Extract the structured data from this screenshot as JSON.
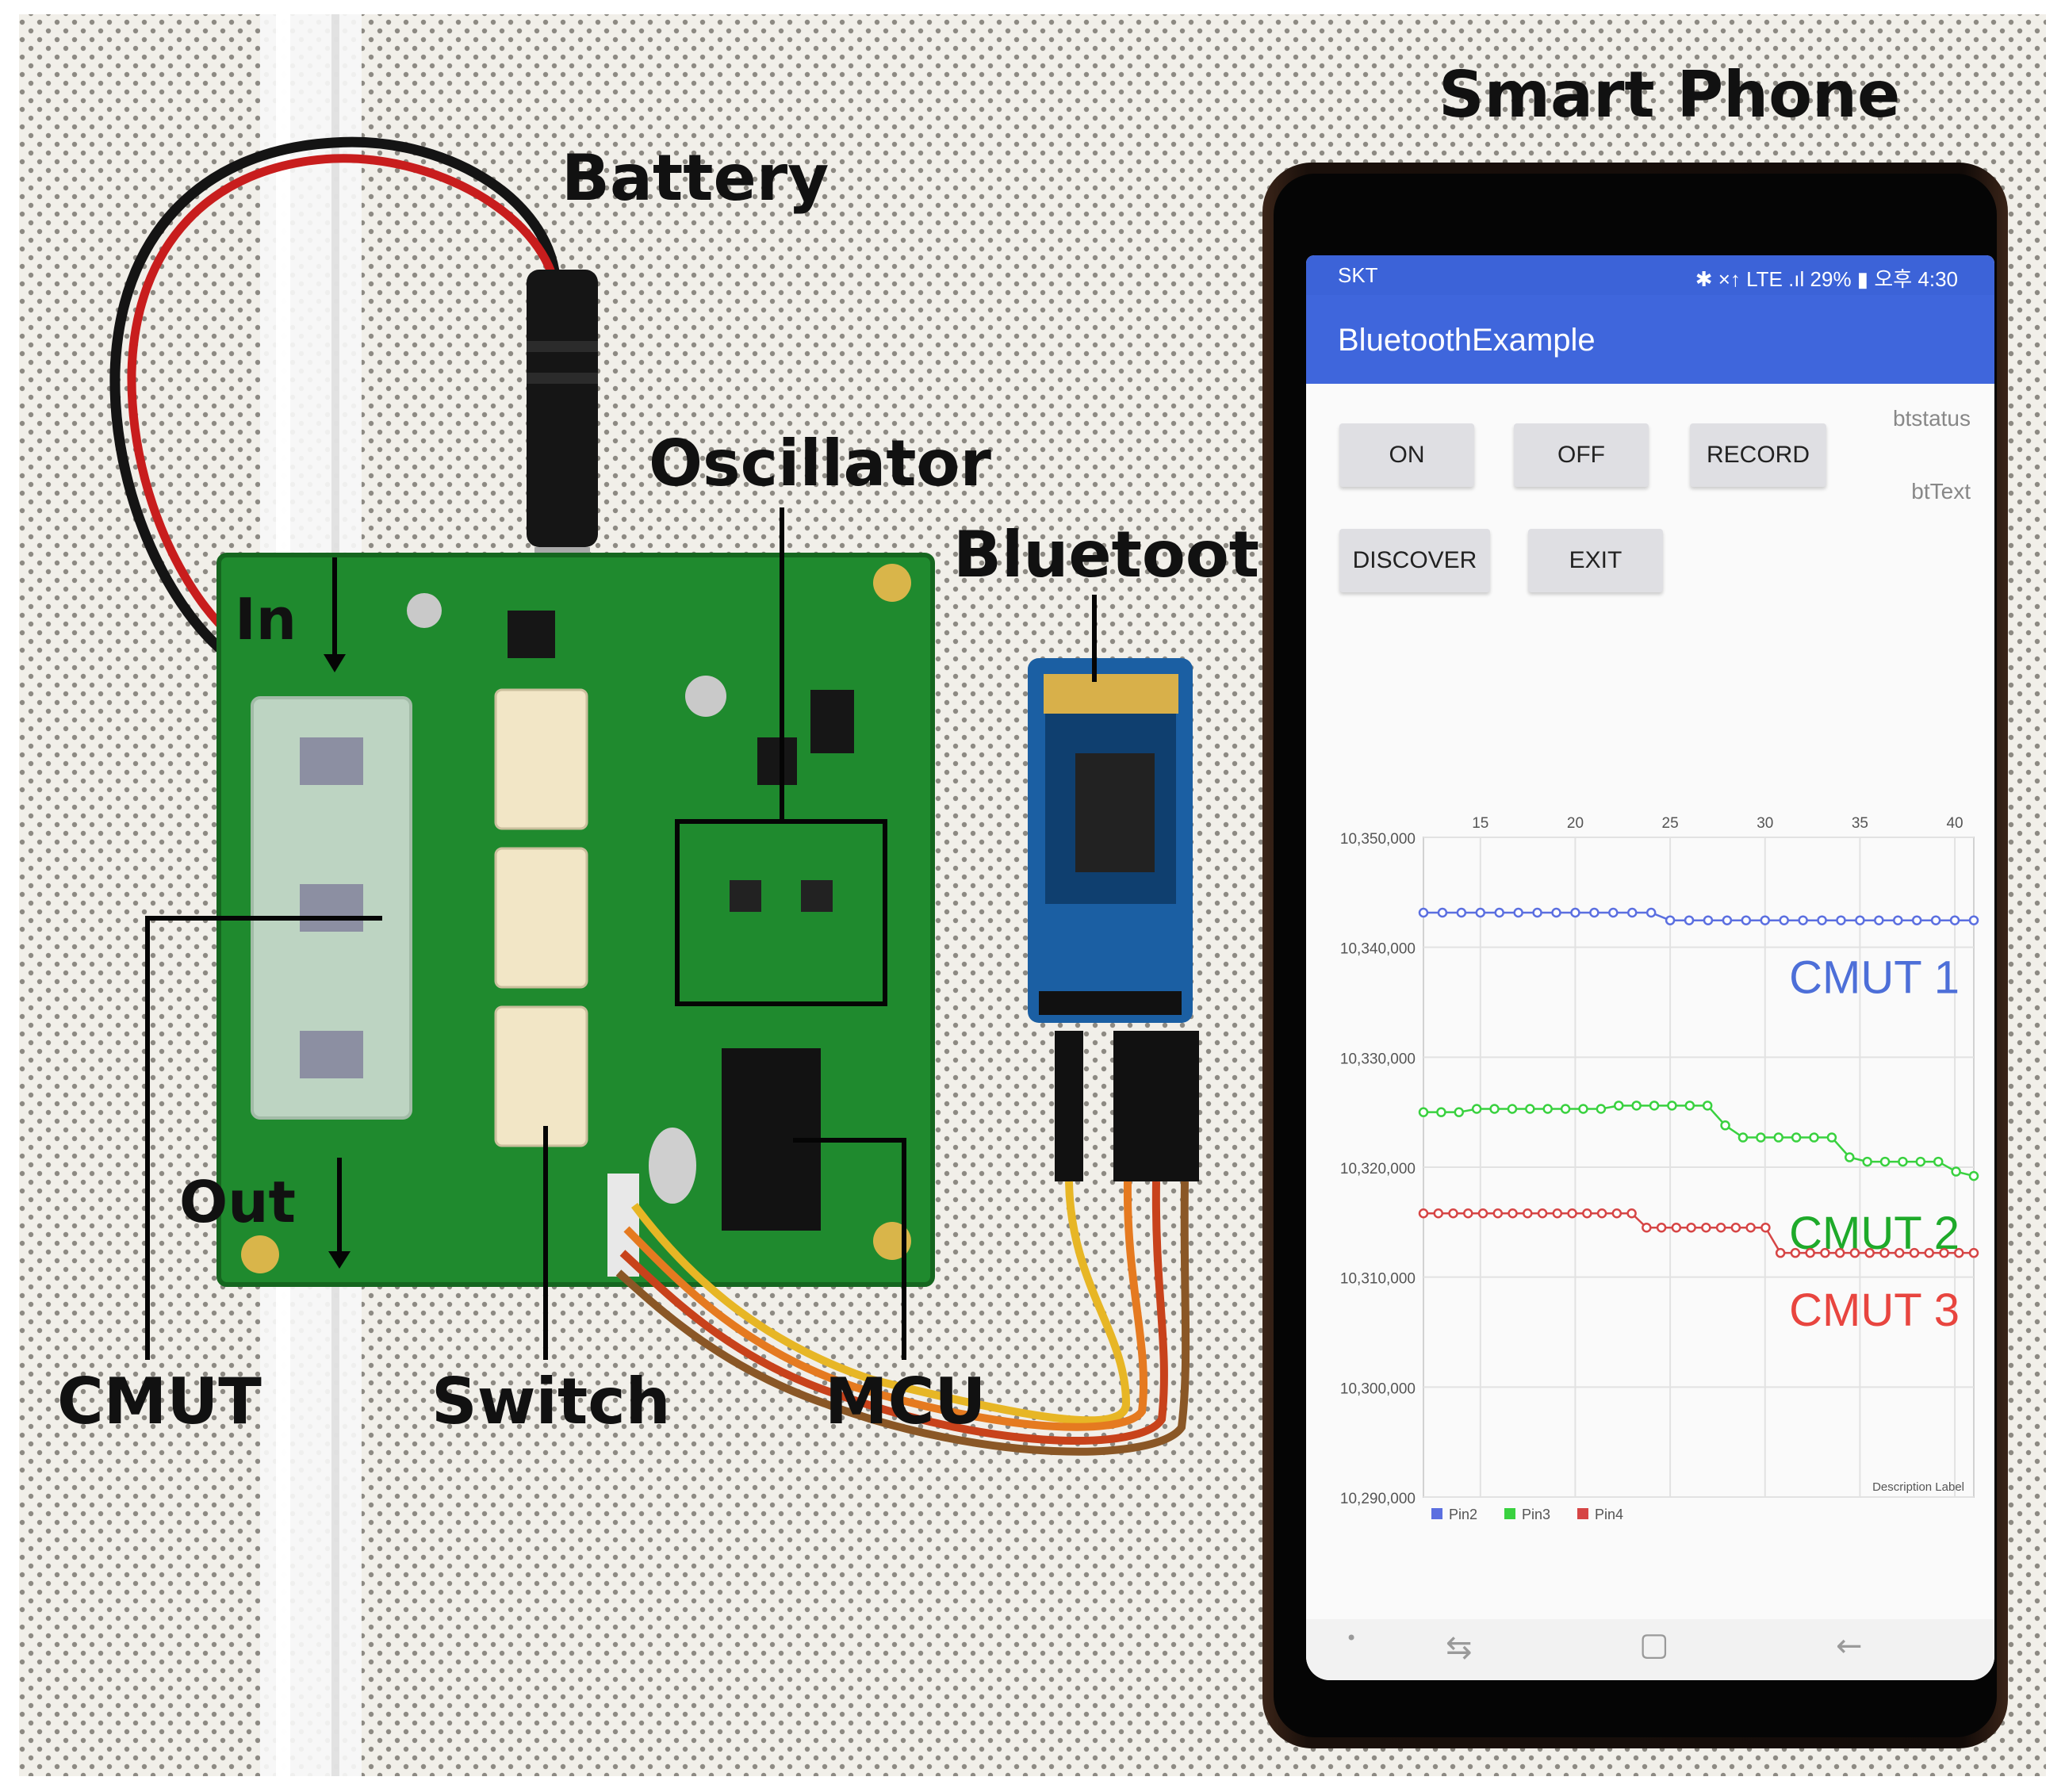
{
  "labels": {
    "battery": "Battery",
    "oscillator": "Oscillator",
    "bluetooth": "Bluetooth",
    "smart_phone": "Smart Phone",
    "in": "In",
    "out": "Out",
    "cmut": "CMUT",
    "switch": "Switch",
    "mcu": "MCU"
  },
  "phone": {
    "status": {
      "carrier": "SKT",
      "right": "✱ ×↑ LTE .ıl 29% ▮ 오후 4:30"
    },
    "app_title": "BluetoothExample",
    "buttons": {
      "on": "ON",
      "off": "OFF",
      "record": "RECORD",
      "discover": "DISCOVER",
      "exit": "EXIT"
    },
    "btstatus": "btstatus",
    "bttext": "btText",
    "chart_description": "Description Label"
  },
  "chart_data": {
    "type": "line",
    "x_ticks": [
      "15",
      "20",
      "25",
      "30",
      "35",
      "40"
    ],
    "y_ticks": [
      "10,350,000",
      "10,340,000",
      "10,330,000",
      "10,320,000",
      "10,310,000",
      "10,300,000",
      "10,290,000"
    ],
    "xlim": [
      12,
      41
    ],
    "ylim": [
      10290000,
      10350000
    ],
    "grid": true,
    "legend": "bottom-left",
    "series": [
      {
        "name": "Pin2",
        "color": "#5b6fe0",
        "annotation": "CMUT 1",
        "annotation_color": "#4d6fd8",
        "values": [
          10343150,
          10343150,
          10343150,
          10343150,
          10343150,
          10343150,
          10343150,
          10343150,
          10343150,
          10343150,
          10343150,
          10343150,
          10343150,
          10342450,
          10342450,
          10342450,
          10342450,
          10342450,
          10342450,
          10342450,
          10342450,
          10342450,
          10342450,
          10342450,
          10342450,
          10342450,
          10342450,
          10342450,
          10342450,
          10342450
        ]
      },
      {
        "name": "Pin3",
        "color": "#39d13f",
        "annotation": "CMUT 2",
        "annotation_color": "#1eaa2a",
        "values": [
          10325000,
          10325000,
          10325000,
          10325300,
          10325300,
          10325300,
          10325300,
          10325300,
          10325300,
          10325300,
          10325300,
          10325600,
          10325600,
          10325600,
          10325600,
          10325600,
          10325600,
          10323800,
          10322700,
          10322700,
          10322700,
          10322700,
          10322700,
          10322700,
          10320900,
          10320500,
          10320500,
          10320500,
          10320500,
          10320500,
          10319600,
          10319200
        ]
      },
      {
        "name": "Pin4",
        "color": "#d64545",
        "annotation": "CMUT 3",
        "annotation_color": "#e8453f",
        "values": [
          10315800,
          10315800,
          10315800,
          10315800,
          10315800,
          10315800,
          10315800,
          10315800,
          10315800,
          10315800,
          10315800,
          10315800,
          10315800,
          10315800,
          10315800,
          10314500,
          10314500,
          10314500,
          10314500,
          10314500,
          10314500,
          10314500,
          10314500,
          10314500,
          10312200,
          10312200,
          10312200,
          10312200,
          10312200,
          10312200,
          10312200,
          10312200,
          10312200,
          10312200,
          10312200,
          10312200,
          10312200,
          10312200
        ]
      }
    ]
  }
}
